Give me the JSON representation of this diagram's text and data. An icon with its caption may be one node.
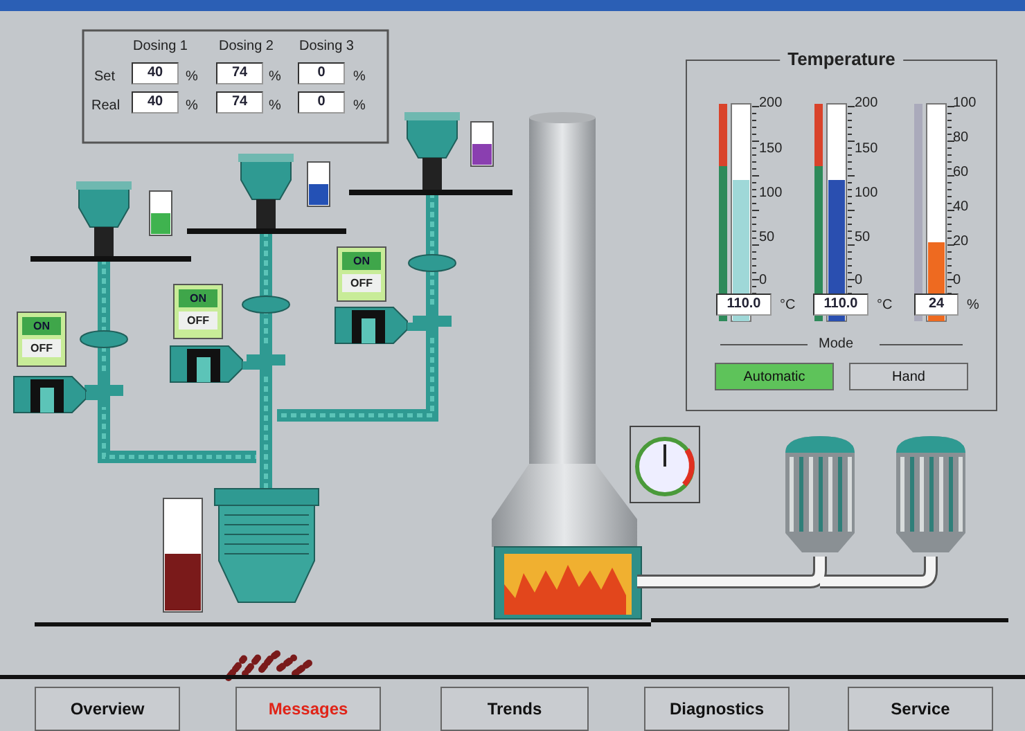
{
  "diagram": {
    "nodes": [
      {
        "text": [
          "Temperature"
        ]
      },
      {
        "text": [
          "Automatic"
        ],
        "in": 0
      },
      {
        "text": [
          "Hand"
        ],
        "in": 0
      },
      {
        "text": [
          "ON",
          "OFF"
        ]
      },
      {
        "text": [
          "ON",
          "OFF"
        ]
      },
      {
        "text": [
          "ON",
          "OFF"
        ]
      },
      {
        "text": [
          "Overview"
        ]
      },
      {
        "text": [
          "Messages"
        ]
      },
      {
        "text": [
          "Trends"
        ]
      },
      {
        "text": [
          "Diagnostics"
        ]
      },
      {
        "text": [
          "Service"
        ]
      }
    ],
    "labels": [
      "Dosing 1",
      "Dosing 2",
      "Dosing 3",
      "Set",
      "40",
      "%",
      "74",
      "%",
      "0",
      "%",
      "Real",
      "40",
      "%",
      "74",
      "%",
      "0",
      "%",
      "200",
      "150",
      "100",
      "50",
      "0",
      "200",
      "150",
      "100",
      "50",
      "0",
      "100",
      "80",
      "60",
      "40",
      "20",
      "0",
      "110.0",
      "°C",
      "110.0",
      "°C",
      "24",
      "%",
      "Mode"
    ]
  }
}
